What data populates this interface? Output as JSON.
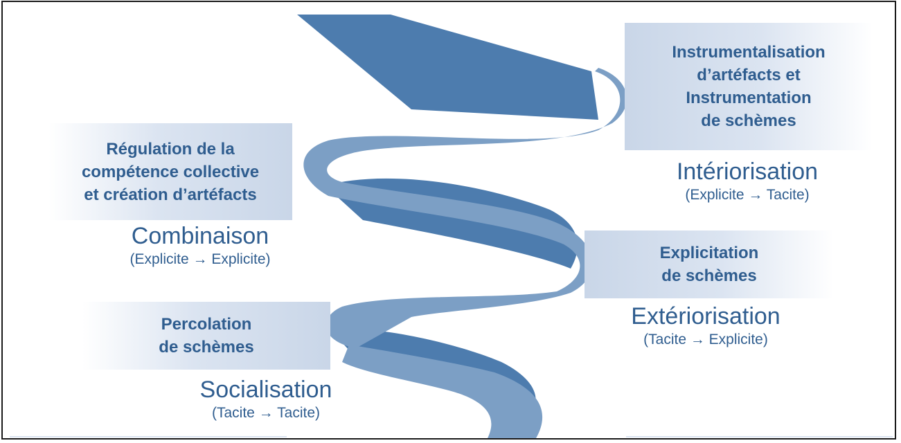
{
  "colors": {
    "spiral_dark": "#4d7cae",
    "spiral_light": "#7c9fc5",
    "text": "#2f5d8f",
    "box_fill": "#c9d6e8",
    "frame": "#1a1a1a"
  },
  "boxes": {
    "instrumentalisation": "Instrumentalisation\nd’artéfacts et\nInstrumentation\nde schèmes",
    "regulation": "Régulation de la\ncompétence collective\net création d’artéfacts",
    "explicitation": "Explicitation\nde schèmes",
    "percolation": "Percolation\nde schèmes"
  },
  "stages": {
    "interiorisation": {
      "name": "Intériorisation",
      "sub": "(Explicite → Tacite)"
    },
    "combinaison": {
      "name": "Combinaison",
      "sub": "(Explicite → Explicite)"
    },
    "exteriorisation": {
      "name": "Extériorisation",
      "sub": "(Tacite → Explicite)"
    },
    "socialisation": {
      "name": "Socialisation",
      "sub": "(Tacite → Tacite)"
    }
  }
}
